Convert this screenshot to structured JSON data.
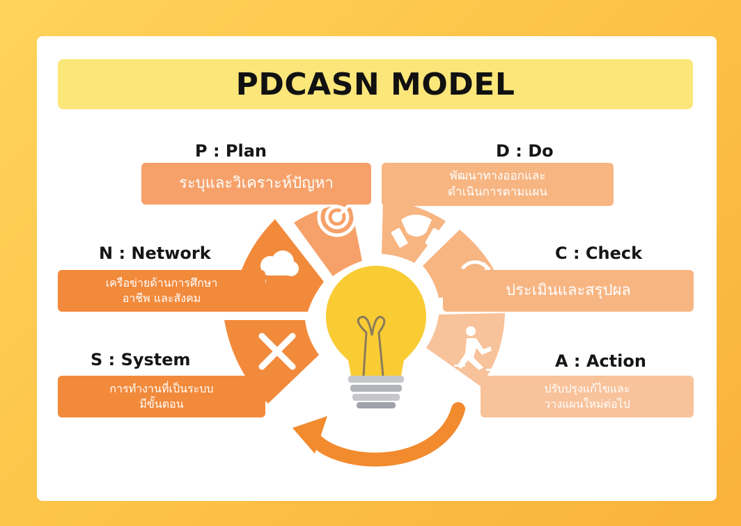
{
  "title": "PDCASN MODEL",
  "colors": {
    "background": "#fcc145",
    "title_bar": "#fbe67a",
    "orange_dark": "#f28a3c",
    "orange_mid": "#f6a16a",
    "orange_light": "#f8c29a",
    "bulb": "#f9cc34",
    "arrow": "#f28a2e"
  },
  "steps": {
    "plan": {
      "label": "P : Plan",
      "lines": [
        "ระบุและวิเคราะห์ปัญหา"
      ],
      "icon": "target-icon"
    },
    "do": {
      "label": "D : Do",
      "lines": [
        "พัฒนาทางออกและ",
        "ดำเนินการตามแผน"
      ],
      "icon": "handshake-icon"
    },
    "check": {
      "label": "C : Check",
      "lines": [
        "ประเมินและสรุปผล"
      ],
      "icon": "refresh-icon"
    },
    "action": {
      "label": "A : Action",
      "lines": [
        "ปรับปรุงแก้ไขและ",
        "วางแผนใหม่ต่อไป"
      ],
      "icon": "person-slipping-icon"
    },
    "system": {
      "label": "S : System",
      "lines": [
        "การทำงานที่เป็นระบบ",
        "มีขั้นตอน"
      ],
      "icon": "tools-cross-icon"
    },
    "network": {
      "label": "N : Network",
      "lines": [
        "เครือข่ายด้านการศึกษา",
        "อาชีพ และสังคม"
      ],
      "icon": "cloud-icon"
    }
  },
  "center_icon": "lightbulb-icon",
  "cycle_icon": "curved-arrow-icon"
}
